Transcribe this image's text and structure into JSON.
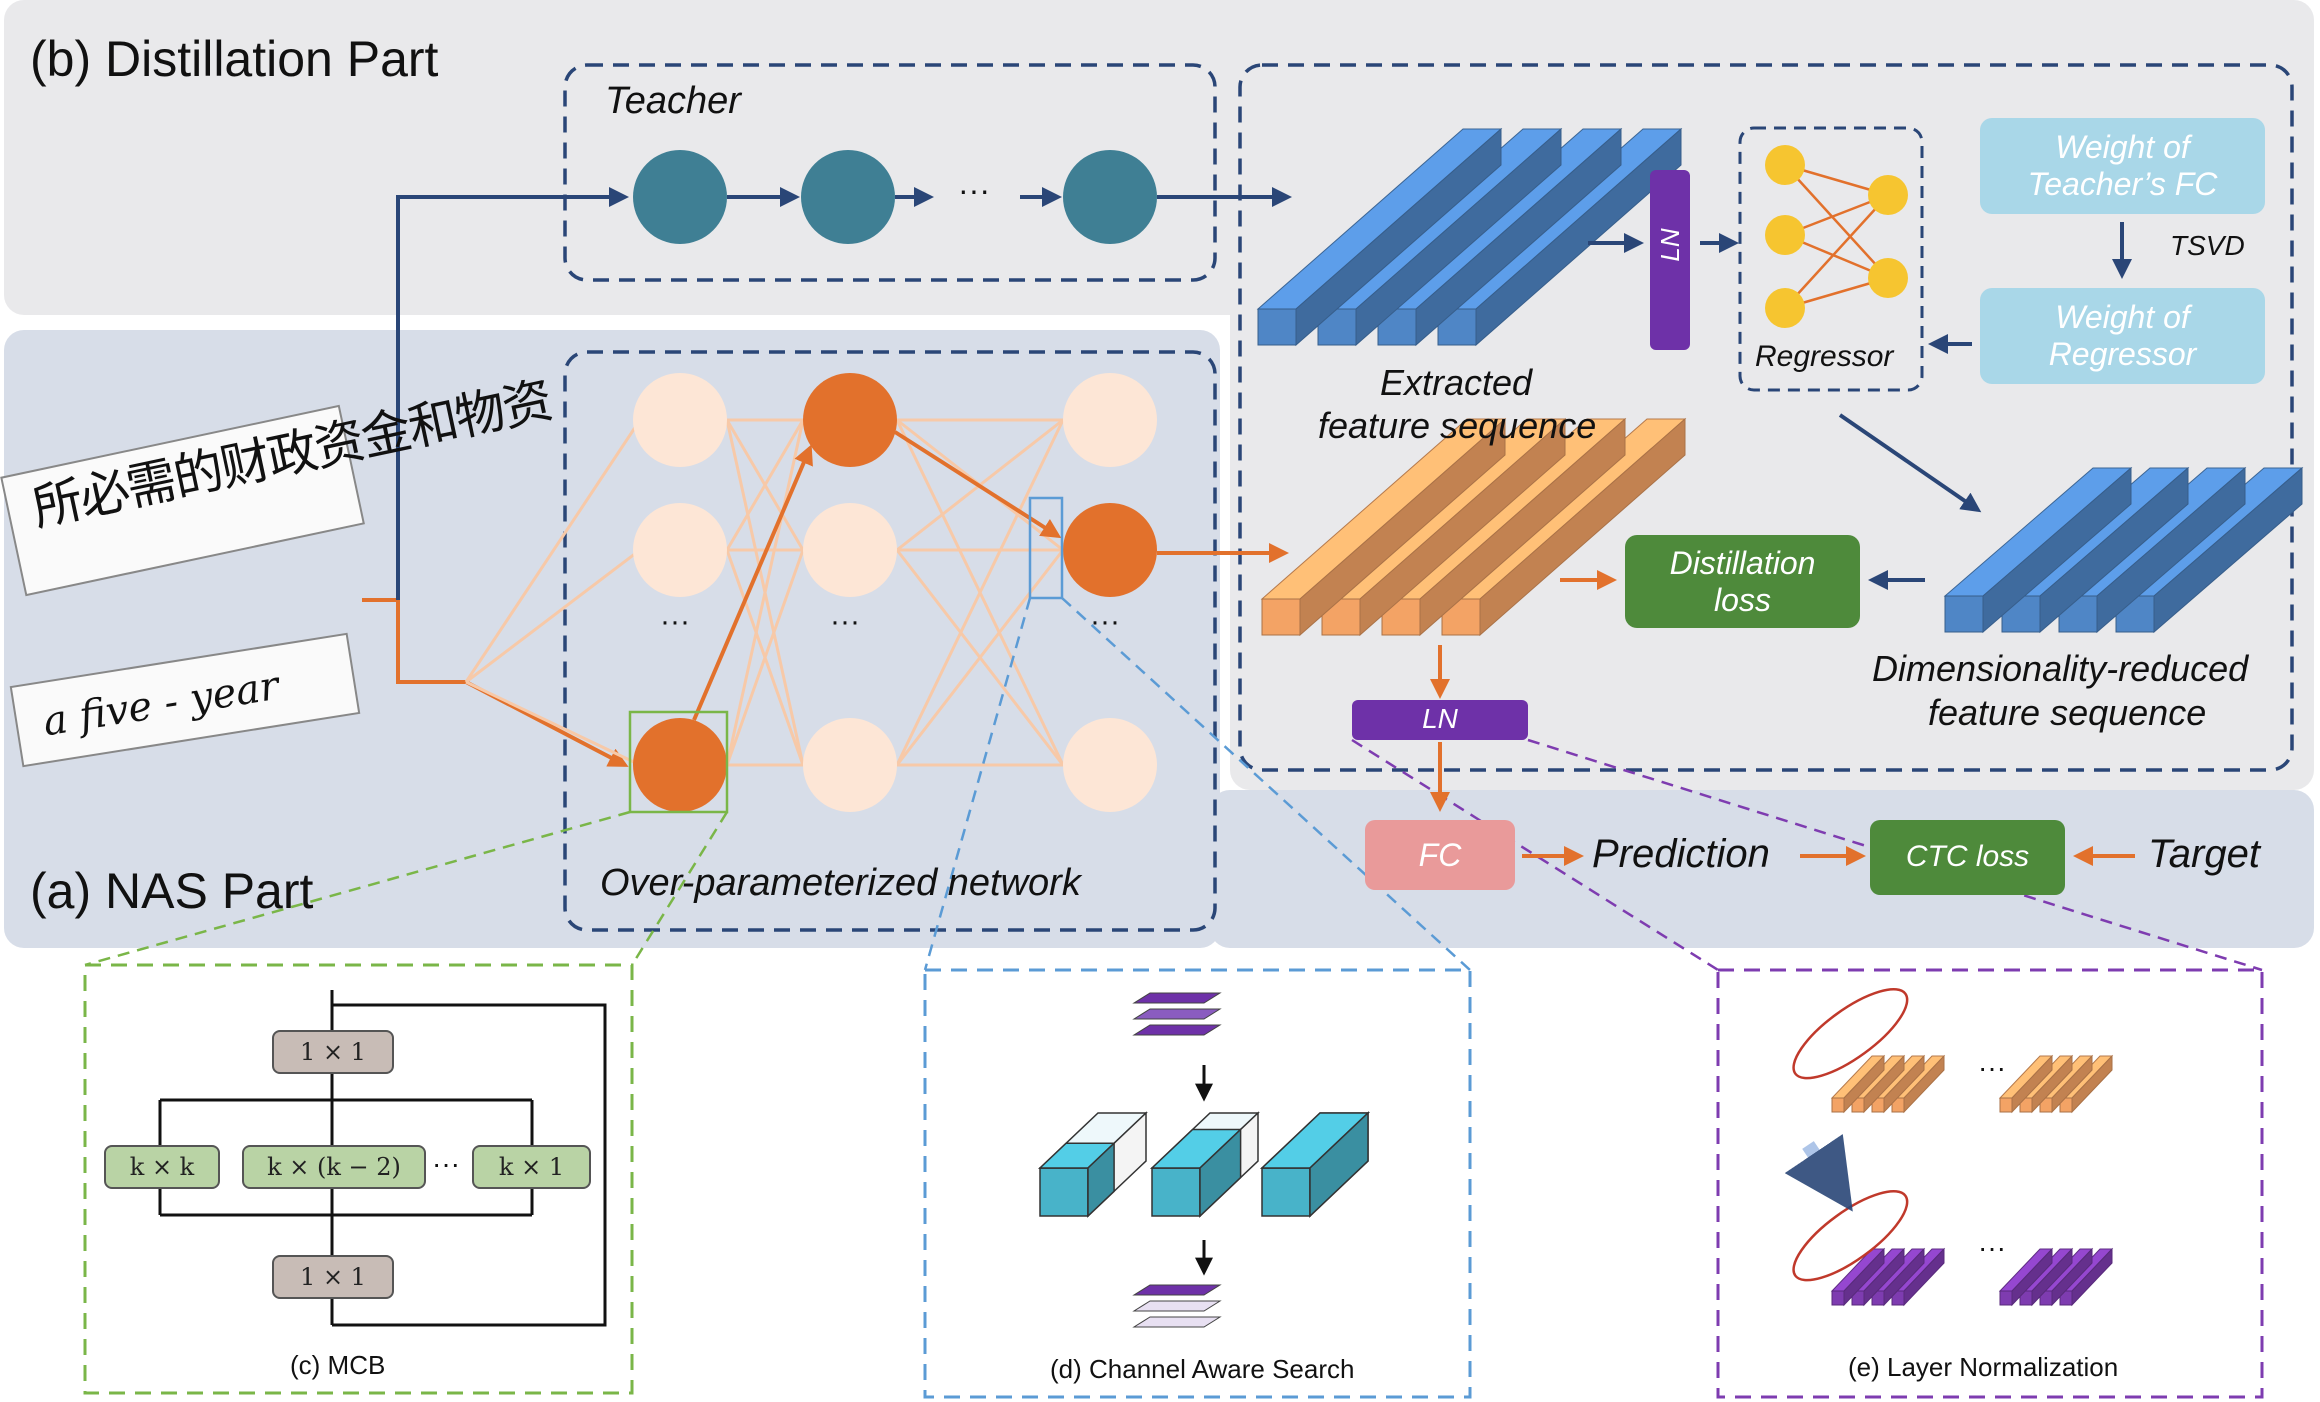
{
  "labels": {
    "distillation_part": "(b) Distillation Part",
    "nas_part": "(a) NAS Part",
    "teacher": "Teacher",
    "teacher_dots": "···",
    "over_net": "Over-parameterized network",
    "extracted_1": "Extracted",
    "extracted_2": "feature sequence",
    "ln": "LN",
    "regressor": "Regressor",
    "tsvd": "TSVD",
    "weight_teacher_1": "Weight of",
    "weight_teacher_2": "Teacher’s FC",
    "weight_regressor_1": "Weight of",
    "weight_regressor_2": "Regressor",
    "distill_loss_1": "Distillation",
    "distill_loss_2": "loss",
    "dim_reduced_1": "Dimensionality-reduced",
    "dim_reduced_2": "feature sequence",
    "fc": "FC",
    "prediction": "Prediction",
    "ctc_loss": "CTC loss",
    "target": "Target",
    "col_dots": "···",
    "mcb_caption": "(c) MCB",
    "cas_caption": "(d) Channel Aware Search",
    "ln_caption": "(e) Layer Normalization",
    "mcb_1x1": "1 × 1",
    "mcb_kxk": "k × k",
    "mcb_kxk2": "k × (k − 2)",
    "mcb_kx1": "k × 1",
    "mcb_dots": "···",
    "sample_cn": "所必需的财政资金和物资",
    "sample_en": "a  five - year"
  },
  "colors": {
    "distill_bg": "#e9e9eb",
    "nas_bg": "#d7dde8",
    "teacher_node": "#3f7f94",
    "orange": "#e2712c",
    "light_node": "#fde6d6",
    "blue_seq": "#4f86c6",
    "purple_ln": "#6e31a8",
    "green_loss": "#4e8a3b",
    "light_blue": "#a9d7e8",
    "pink_fc": "#e99a9a",
    "navy": "#2a4677"
  },
  "icons": [
    "arrow-icon",
    "regressor-net-icon",
    "ellipse-icon"
  ]
}
